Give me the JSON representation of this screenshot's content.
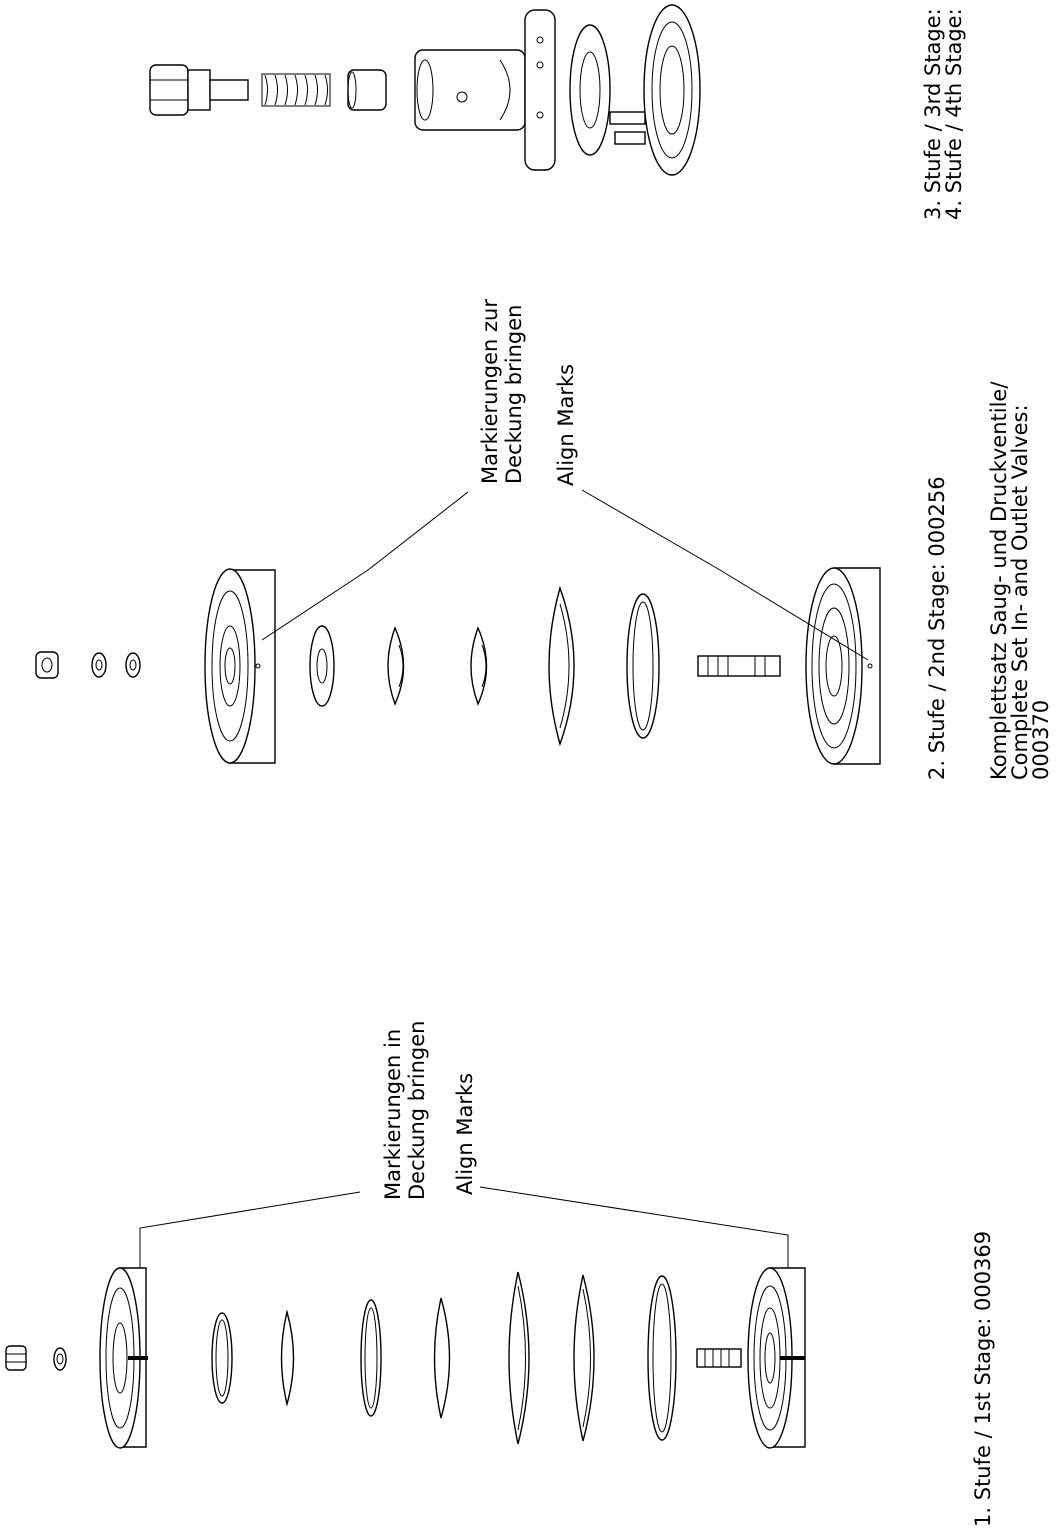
{
  "labels": {
    "stage1": "1. Stufe / 1st Stage: 000369",
    "stage2": "2. Stufe / 2nd Stage: 000256",
    "stage34_line1": "3. Stufe / 3rd Stage:",
    "stage34_line2": "4. Stufe / 4th Stage:",
    "align_de_a_line1": "Markierungen in",
    "align_de_a_line2": "Deckung bringen",
    "align_en_a": "Align Marks",
    "align_de_b_line1": "Markierungen zur",
    "align_de_b_line2": "Deckung bringen",
    "align_en_b": "Align Marks",
    "kit_line1": "Komplettsatz Saug- und Druckventile/",
    "kit_line2": "Complete Set In- and Outlet Valves:",
    "kit_line3": "000370"
  }
}
